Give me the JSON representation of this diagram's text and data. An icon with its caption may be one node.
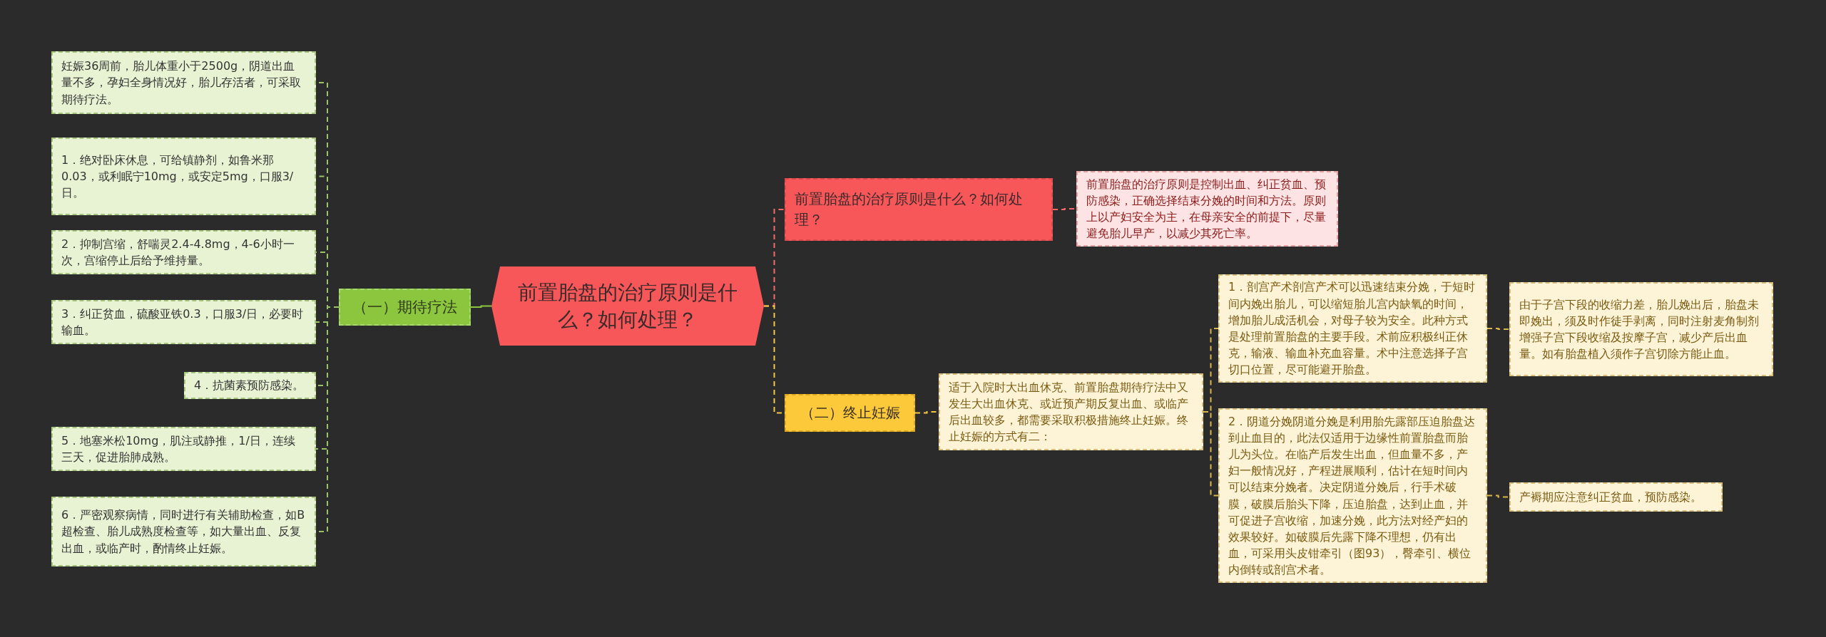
{
  "diagram": {
    "nodes": [
      {
        "text": [
          "前置胎盘的治疗原则是什么？如何处理？"
        ]
      },
      {
        "text": [
          "（一）期待疗法"
        ]
      },
      {
        "text": [
          "妊娠36周前，胎儿体重小于2500g，阴道出血量不多，孕妇全身情况好，胎儿存活者，可采取期待疗法。"
        ]
      },
      {
        "text": [
          "1．绝对卧床休息，可给镇静剂，如鲁米那0.03，或利眠宁10mg，或安定5mg，口服3/日。"
        ]
      },
      {
        "text": [
          "2．抑制宫缩，舒喘灵2.4-4.8mg，4-6小时一次，宫缩停止后给予维持量。"
        ]
      },
      {
        "text": [
          "3．纠正贫血，硫酸亚铁0.3，口服3/日，必要时输血。"
        ]
      },
      {
        "text": [
          "4．抗菌素预防感染。"
        ]
      },
      {
        "text": [
          "5．地塞米松10mg，肌注或静推，1/日，连续三天，促进胎肺成熟。"
        ]
      },
      {
        "text": [
          "6．严密观察病情，同时进行有关辅助检查，如B超检查、胎儿成熟度检查等，如大量出血、反复出血，或临产时，酌情终止妊娠。"
        ]
      },
      {
        "text": [
          "前置胎盘的治疗原则是什么？如何处理？"
        ]
      },
      {
        "text": [
          "前置胎盘的治疗原则是控制出血、纠正贫血、预防感染，正确选择结束分娩的时间和方法。原则上以产妇安全为主，在母亲安全的前提下，尽量避免胎儿早产，以减少其死亡率。"
        ]
      },
      {
        "text": [
          "（二）终止妊娠"
        ]
      },
      {
        "text": [
          "适于入院时大出血休克、前置胎盘期待疗法中又发生大出血休克、或近预产期反复出血、或临产后出血较多，都需要采取积极措施终止妊娠。终止妊娠的方式有二："
        ]
      },
      {
        "text": [
          "1．剖宫产术剖宫产术可以迅速结束分娩，于短时间内娩出胎儿，可以缩短胎儿宫内缺氧的时间，增加胎儿成活机会，对母子较为安全。此种方式是处理前置胎盘的主要手段。术前应积极纠正休克，输液、输血补充血容量。术中注意选择子宫切口位置，尽可能避开胎盘。"
        ]
      },
      {
        "text": [
          "2．阴道分娩阴道分娩是利用胎先露部压迫胎盘达到止血目的，此法仅适用于边缘性前置胎盘而胎儿为头位。在临产后发生出血，但血量不多，产妇一般情况好，产程进展顺利，估计在短时间内可以结束分娩者。决定阴道分娩后，行手术破膜，破膜后胎头下降，压迫胎盘，达到止血，并可促进子宫收缩，加速分娩，此方法对经产妇的效果较好。如破膜后先露下降不理想，仍有出血，可采用头皮钳牵引（图93），臀牵引、横位内倒转或剖宫术者。"
        ]
      },
      {
        "text": [
          "由于子宫下段的收缩力差，胎儿娩出后，胎盘未即娩出，须及时作徒手剥离，同时注射麦角制剂增强子宫下段收缩及按摩子宫，减少产后出血量。如有胎盘植入须作子宫切除方能止血。"
        ]
      },
      {
        "text": [
          "产褥期应注意纠正贫血，预防感染。"
        ]
      }
    ],
    "edges": [
      {
        "from": 0,
        "to": 1,
        "arrow": "none",
        "color": "#8cc63f"
      },
      {
        "from": 1,
        "to": 2,
        "arrow": "none",
        "style": "dashed",
        "color": "#9bc26a"
      },
      {
        "from": 1,
        "to": 3,
        "arrow": "none",
        "style": "dashed",
        "color": "#9bc26a"
      },
      {
        "from": 1,
        "to": 4,
        "arrow": "none",
        "style": "dashed",
        "color": "#9bc26a"
      },
      {
        "from": 1,
        "to": 5,
        "arrow": "none",
        "style": "dashed",
        "color": "#9bc26a"
      },
      {
        "from": 1,
        "to": 6,
        "arrow": "none",
        "style": "dashed",
        "color": "#9bc26a"
      },
      {
        "from": 1,
        "to": 7,
        "arrow": "none",
        "style": "dashed",
        "color": "#9bc26a"
      },
      {
        "from": 1,
        "to": 8,
        "arrow": "none",
        "style": "dashed",
        "color": "#9bc26a"
      },
      {
        "from": 0,
        "to": 9,
        "arrow": "none",
        "style": "dashed",
        "color": "#f86a6a"
      },
      {
        "from": 9,
        "to": 10,
        "arrow": "none",
        "style": "dashed",
        "color": "#f86a6a"
      },
      {
        "from": 0,
        "to": 11,
        "arrow": "none",
        "style": "dashed",
        "color": "#f5c842"
      },
      {
        "from": 11,
        "to": 12,
        "arrow": "none",
        "style": "dashed",
        "color": "#f5c842"
      },
      {
        "from": 12,
        "to": 13,
        "arrow": "none",
        "style": "dashed",
        "color": "#d9b54a"
      },
      {
        "from": 12,
        "to": 14,
        "arrow": "none",
        "style": "dashed",
        "color": "#d9b54a"
      },
      {
        "from": 13,
        "to": 15,
        "arrow": "none",
        "style": "dashed",
        "color": "#d9b54a"
      },
      {
        "from": 14,
        "to": 16,
        "arrow": "none",
        "style": "dashed",
        "color": "#d9b54a"
      }
    ]
  }
}
